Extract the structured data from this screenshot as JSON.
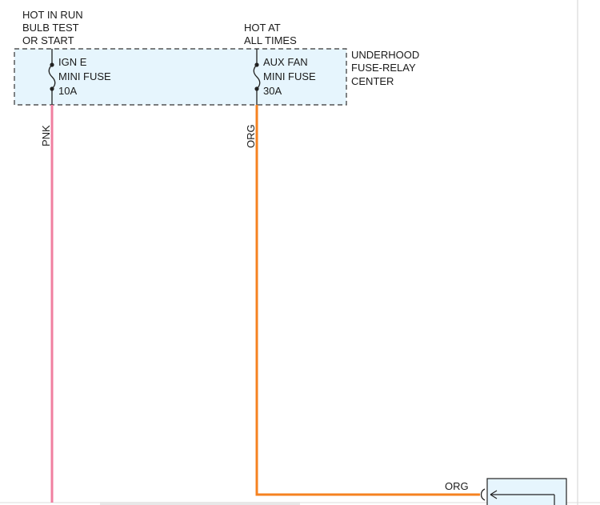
{
  "supply_labels": {
    "left": [
      "HOT IN RUN",
      "BULB TEST",
      "OR START"
    ],
    "right": [
      "HOT AT",
      "ALL TIMES"
    ]
  },
  "fuse_box": {
    "name": [
      "UNDERHOOD",
      "FUSE-RELAY",
      "CENTER"
    ],
    "fill_color": "#e6f5fd",
    "fuses": [
      {
        "lines": [
          "IGN E",
          "MINI FUSE",
          "10A"
        ]
      },
      {
        "lines": [
          "AUX FAN",
          "MINI FUSE",
          "30A"
        ]
      }
    ]
  },
  "wires": [
    {
      "color_code": "PNK",
      "color": "#f07fa0"
    },
    {
      "color_code": "ORG",
      "color": "#f58220"
    }
  ],
  "connector": {
    "wire_label": "ORG",
    "fill_color": "#e6f5fd"
  }
}
